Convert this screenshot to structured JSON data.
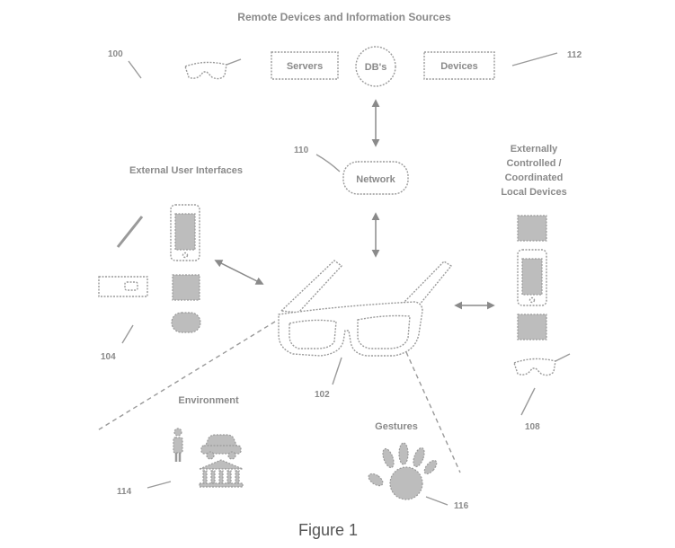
{
  "diagram": {
    "header": "Remote Devices and Information Sources",
    "nodes": {
      "servers": "Servers",
      "dbs": "DB's",
      "devices": "Devices",
      "network": "Network"
    },
    "groups": {
      "external_user_interfaces": "External User Interfaces",
      "externally_controlled": [
        "Externally",
        "Controlled /",
        "Coordinated",
        "Local Devices"
      ],
      "environment": "Environment",
      "gestures": "Gestures"
    },
    "refs": {
      "r100": "100",
      "r112": "112",
      "r110": "110",
      "r104": "104",
      "r102": "102",
      "r108": "108",
      "r114": "114",
      "r116": "116"
    },
    "caption": "Figure 1"
  }
}
